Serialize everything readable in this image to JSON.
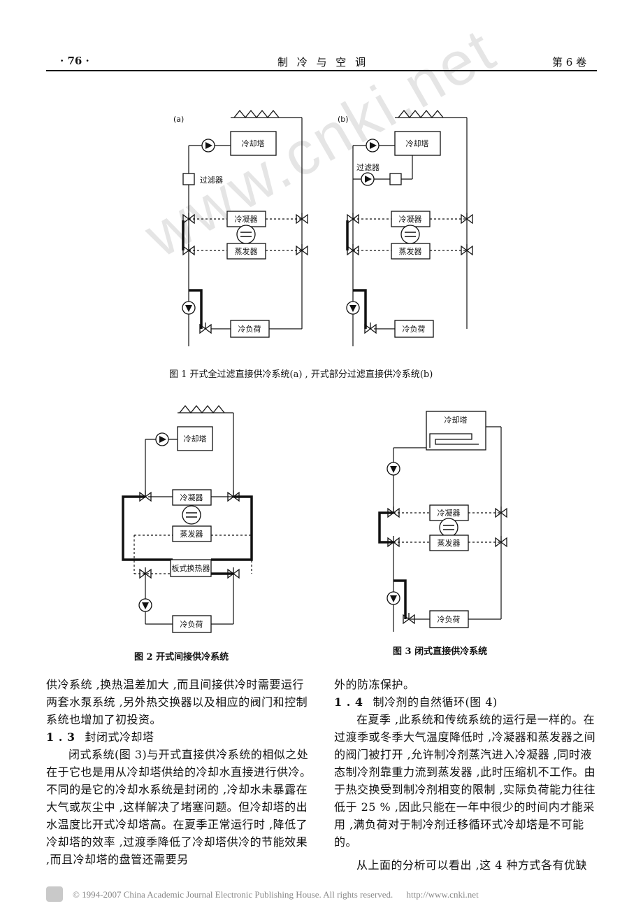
{
  "header": {
    "page_number": "· 76 ·",
    "journal": "制  冷  与  空  调",
    "volume": "第 6 卷"
  },
  "figure1": {
    "label_a": "(a)",
    "label_b": "(b)",
    "tower": "冷却塔",
    "filter": "过滤器",
    "condenser": "冷凝器",
    "evaporator": "蒸发器",
    "load": "冷负荷",
    "caption": "图 1    开式全过滤直接供冷系统(a) , 开式部分过滤直接供冷系统(b)"
  },
  "figure2": {
    "tower": "冷却塔",
    "condenser": "冷凝器",
    "evaporator": "蒸发器",
    "hx": "板式换热器",
    "load": "冷负荷",
    "caption": "图 2    开式间接供冷系统"
  },
  "figure3": {
    "tower": "冷却塔",
    "condenser": "冷凝器",
    "evaporator": "蒸发器",
    "load": "冷负荷",
    "caption": "图 3    闭式直接供冷系统"
  },
  "left_column": {
    "para1": "供冷系统 ,换热温差加大 ,而且间接供冷时需要运行两套水泵系统 ,另外热交换器以及相应的阀门和控制系统也增加了初投资。",
    "sec_num": "1 . 3",
    "sec_title": "封闭式冷却塔",
    "para2": "闭式系统(图 3)与开式直接供冷系统的相似之处在于它也是用从冷却塔供给的冷却水直接进行供冷。不同的是它的冷却水系统是封闭的 ,冷却水未暴露在大气或灰尘中 ,这样解决了堵塞问题。但冷却塔的出水温度比开式冷却塔高。在夏季正常运行时 ,降低了冷却塔的效率 ,过渡季降低了冷却塔供冷的节能效果 ,而且冷却塔的盘管还需要另"
  },
  "right_column": {
    "para1": "外的防冻保护。",
    "sec_num": "1 . 4",
    "sec_title": "制冷剂的自然循环(图 4)",
    "para2": "在夏季 ,此系统和传统系统的运行是一样的。在过渡季或冬季大气温度降低时 ,冷凝器和蒸发器之间的阀门被打开 ,允许制冷剂蒸汽进入冷凝器 ,同时液态制冷剂靠重力流到蒸发器 ,此时压缩机不工作。由于热交换受到制冷剂相变的限制 ,实际负荷能力往往低于 25 % ,因此只能在一年中很少的时间内才能采用 ,满负荷对于制冷剂迁移循环式冷却塔是不可能的。",
    "para3": "从上面的分析可以看出 ,这 4 种方式各有优缺"
  },
  "watermark": "www.cnki.net",
  "footer": {
    "copyright": "© 1994-2007 China Academic Journal Electronic Publishing House. All rights reserved.",
    "url": "http://www.cnki.net"
  }
}
